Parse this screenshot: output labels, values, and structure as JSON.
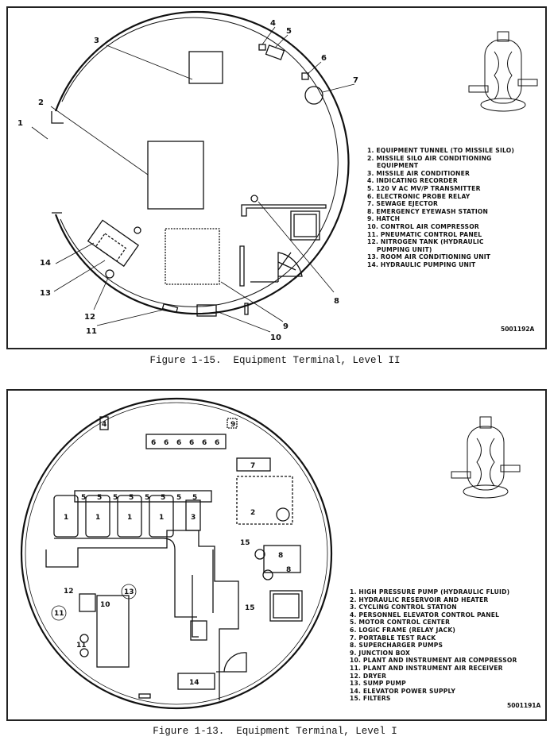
{
  "figure_1": {
    "caption": "Figure 1-15.  Equipment Terminal, Level II",
    "code": "5001192A",
    "callouts": [
      "1",
      "2",
      "3",
      "4",
      "5",
      "6",
      "7",
      "8",
      "9",
      "10",
      "11",
      "12",
      "13",
      "14"
    ],
    "legend": [
      "1. EQUIPMENT TUNNEL (TO MISSILE SILO)",
      "2. MISSILE SILO AIR CONDITIONING",
      "EQUIPMENT",
      "3. MISSILE AIR CONDITIONER",
      "4. INDICATING RECORDER",
      "5. 120 V AC MV/P TRANSMITTER",
      "6. ELECTRONIC PROBE RELAY",
      "7. SEWAGE EJECTOR",
      "8. EMERGENCY EYEWASH STATION",
      "9. HATCH",
      "10. CONTROL AIR COMPRESSOR",
      "11. PNEUMATIC CONTROL PANEL",
      "12. NITROGEN TANK (HYDRAULIC",
      "PUMPING UNIT)",
      "13. ROOM AIR CONDITIONING UNIT",
      "14. HYDRAULIC PUMPING UNIT"
    ]
  },
  "figure_2": {
    "caption": "Figure 1-13.  Equipment Terminal, Level I",
    "code": "5001191A",
    "unit_labels": {
      "u1": "1",
      "u2": "2",
      "u3": "3",
      "u4": "4",
      "u5": "5",
      "u6": "6",
      "u7": "7",
      "u8": "8",
      "u9": "9",
      "u10": "10",
      "u11": "11",
      "u12": "12",
      "u13": "13",
      "u14": "14",
      "u15": "15"
    },
    "legend": [
      "1. HIGH PRESSURE PUMP (HYDRAULIC FLUID)",
      "2. HYDRAULIC RESERVOIR AND HEATER",
      "3. CYCLING CONTROL STATION",
      "4. PERSONNEL ELEVATOR CONTROL PANEL",
      "5. MOTOR CONTROL CENTER",
      "6. LOGIC FRAME (RELAY JACK)",
      "7. PORTABLE TEST RACK",
      "8. SUPERCHARGER PUMPS",
      "9. JUNCTION BOX",
      "10. PLANT AND INSTRUMENT AIR COMPRESSOR",
      "11. PLANT AND INSTRUMENT AIR RECEIVER",
      "12. DRYER",
      "13. SUMP PUMP",
      "14. ELEVATOR POWER SUPPLY",
      "15. FILTERS"
    ]
  }
}
